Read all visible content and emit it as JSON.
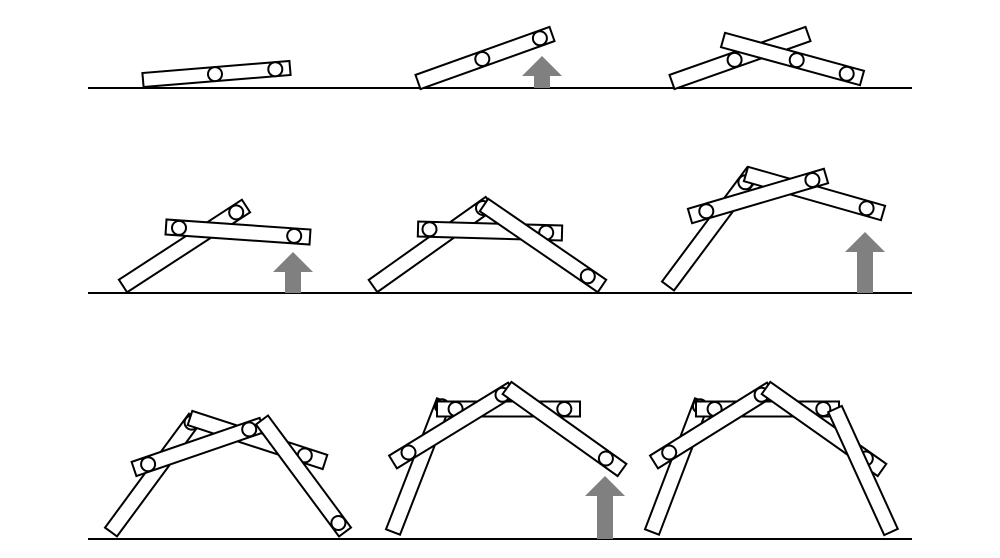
{
  "colors": {
    "background": "#ffffff",
    "line": "#000000",
    "beam_fill": "#ffffff",
    "arrow": "#808080"
  },
  "figure": {
    "rows": 3,
    "steps_per_row": 3,
    "step_count": 9,
    "arrow_steps": [
      2,
      4,
      6,
      8
    ]
  }
}
